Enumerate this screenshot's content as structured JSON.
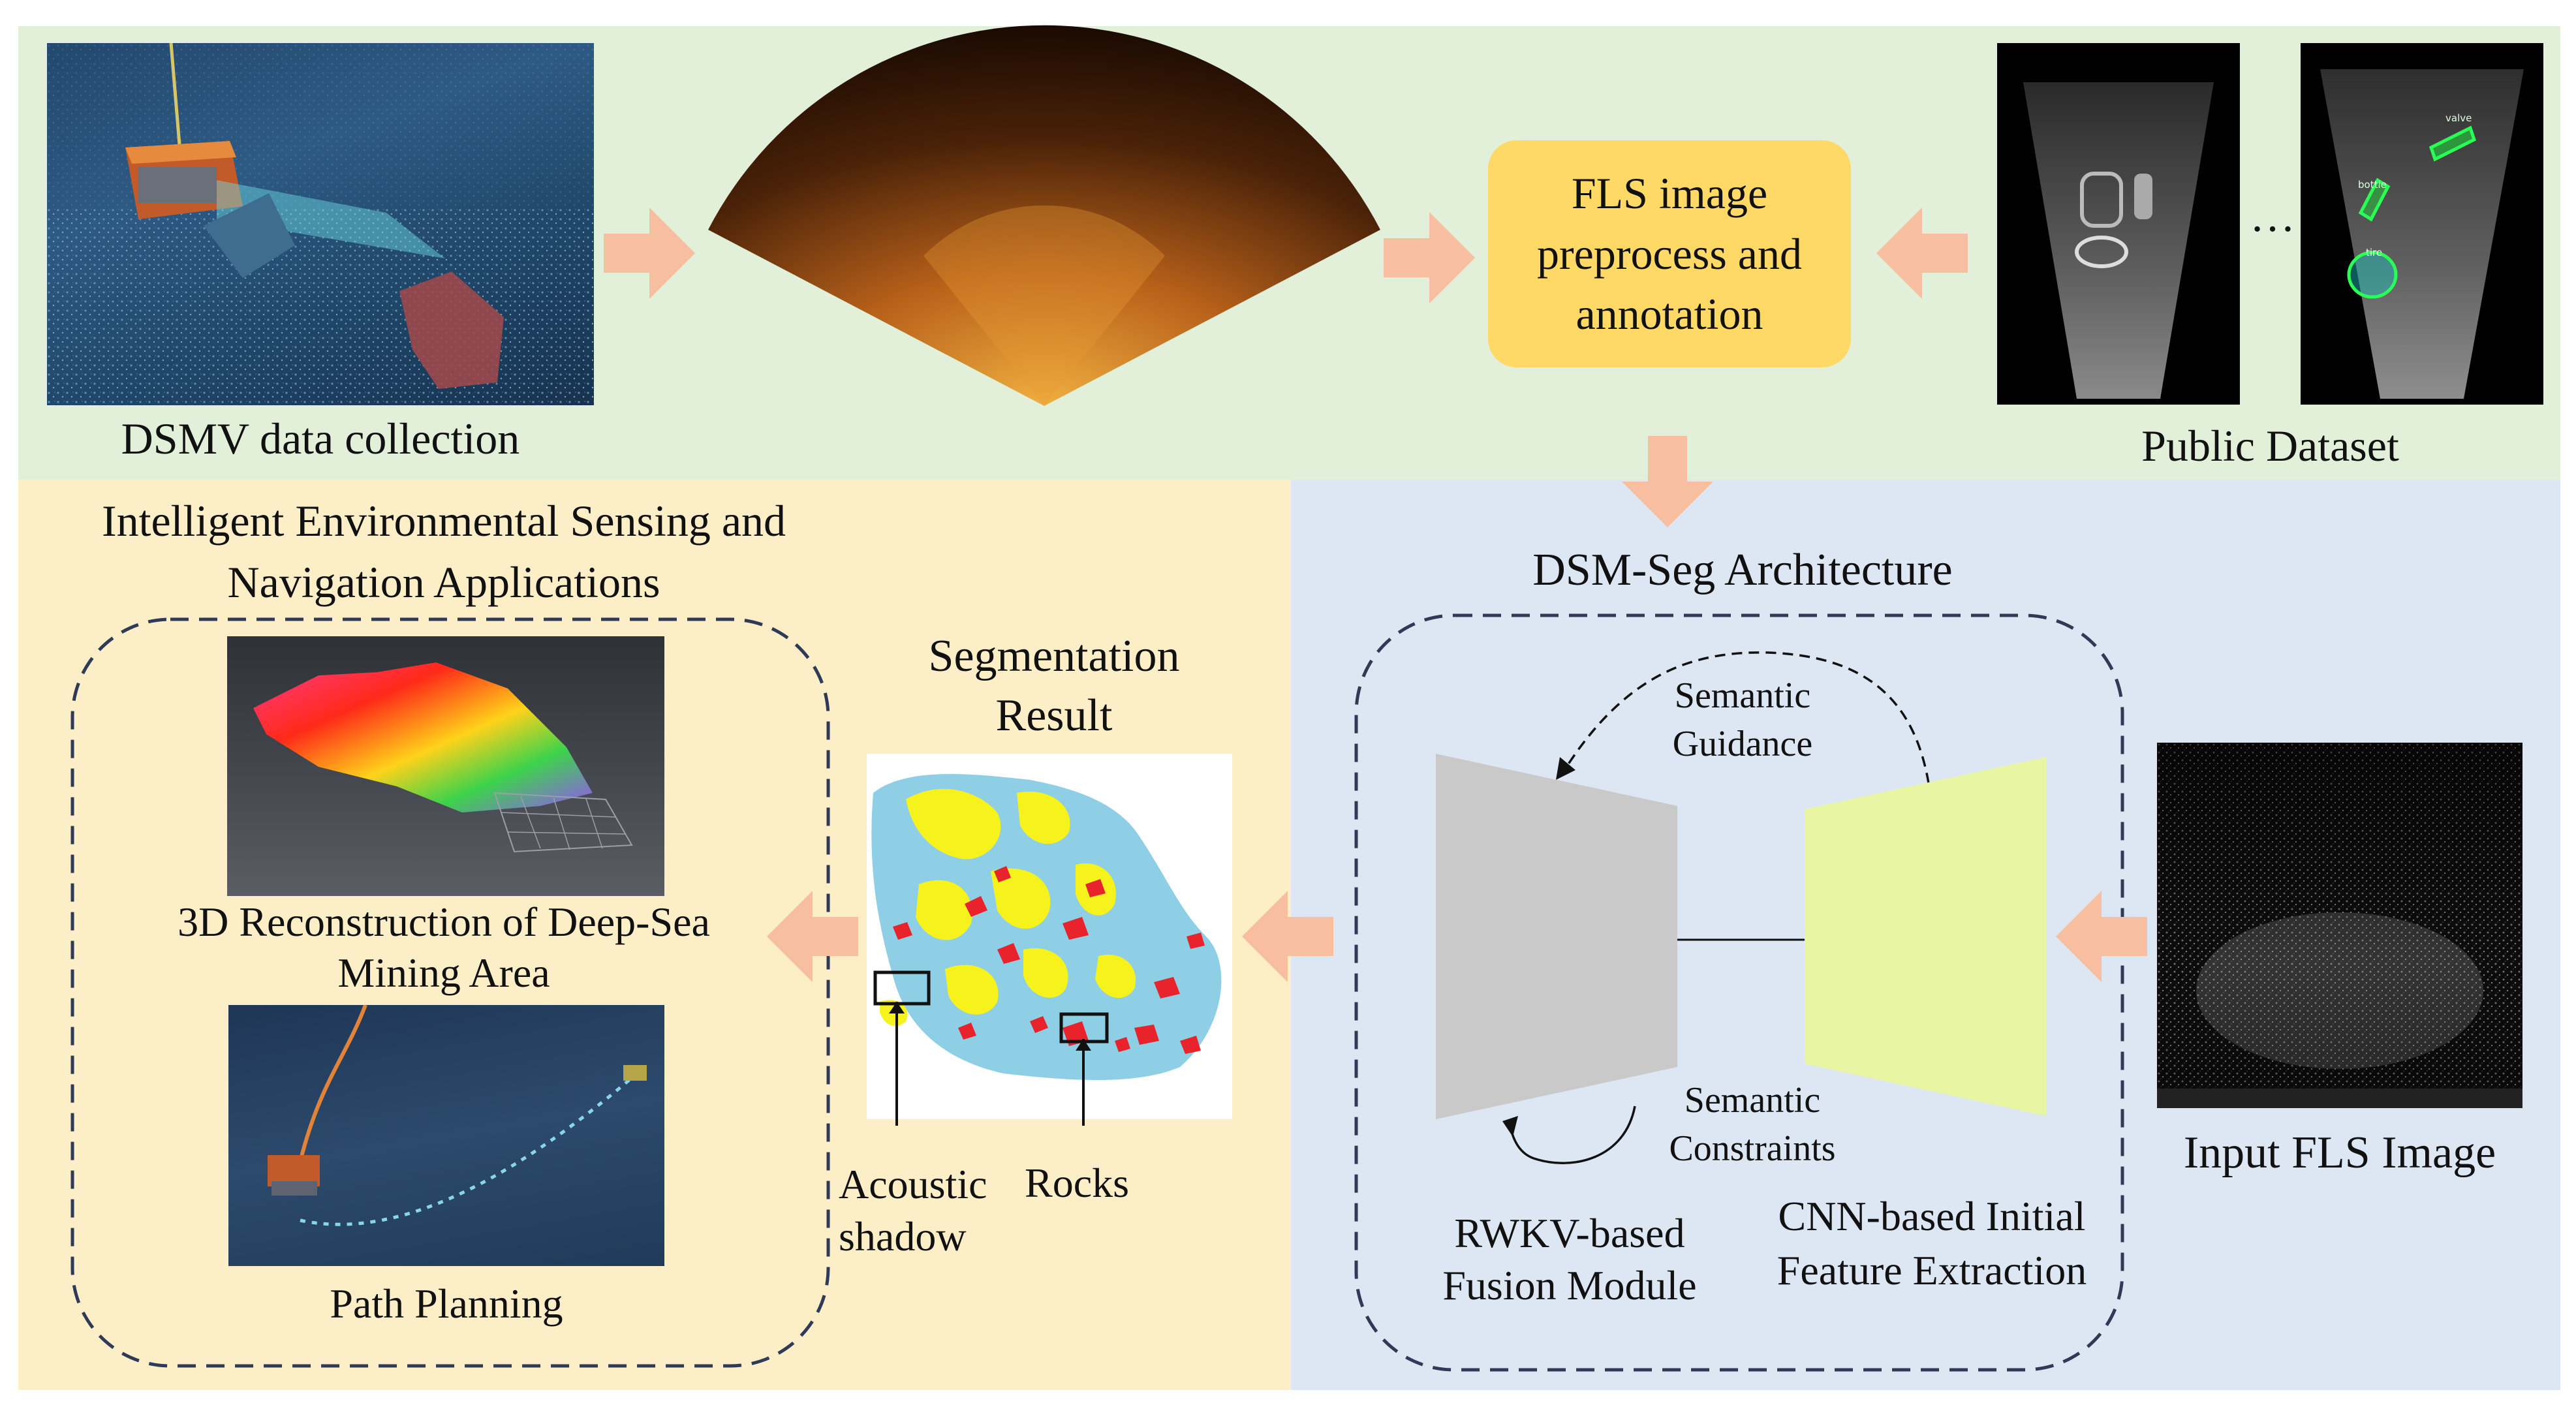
{
  "colors": {
    "top_panel": "#e2efd9",
    "left_panel": "#fcefc8",
    "right_panel": "#dde7f4",
    "arrow": "#f7bfa0",
    "fls_box": "#ffd966",
    "decoder_trapezoid": "#c9c9c9",
    "encoder_trapezoid": "#e8f5a3",
    "dashed_border": "#2f3a57",
    "rocks": "#e8232b",
    "acoustic_shadow": "#f5f21c",
    "seabed": "#8fcfe6"
  },
  "top": {
    "dsmv_label": "DSMV data collection",
    "fls_box_label": "FLS image preprocess and annotation",
    "public_dataset_label": "Public Dataset",
    "ellipsis": "…",
    "tag_valve": "valve",
    "tag_bottle": "bottle",
    "tag_tire": "tire"
  },
  "applications": {
    "title": "Intelligent Environmental Sensing and Navigation Applications",
    "reconstruction_label": "3D Reconstruction of Deep-Sea Mining Area",
    "path_planning_label": "Path Planning"
  },
  "segmentation": {
    "title": "Segmentation Result",
    "acoustic_shadow_label": "Acoustic shadow",
    "rocks_label": "Rocks"
  },
  "architecture": {
    "title": "DSM-Seg Architecture",
    "semantic_guidance": "Semantic Guidance",
    "semantic_constraints": "Semantic Constraints",
    "rwkv_label": "RWKV-based Fusion Module",
    "cnn_label": "CNN-based Initial Feature Extraction"
  },
  "input": {
    "label": "Input FLS Image"
  }
}
